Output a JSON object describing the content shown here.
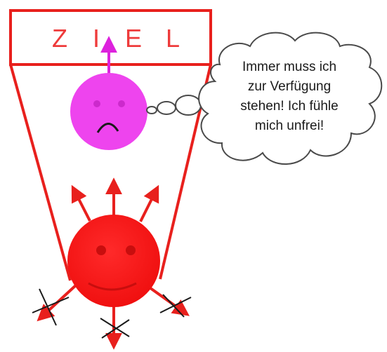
{
  "goal_box": {
    "letters": [
      "Z",
      "I",
      "E",
      "L"
    ]
  },
  "thought_bubble": {
    "lines": [
      "Immer muss ich",
      "zur Verfügung",
      "stehen! Ich fühle",
      "mich unfrei!"
    ]
  },
  "colors": {
    "frame": "#e8201d",
    "goal_letters": "#ee3b3b",
    "sad_face": "#ee44ee",
    "sad_arrow": "#dd22dd",
    "big_face": "#ff1a1a",
    "arrows": "#e8201d",
    "cross": "#1a1a1a",
    "bubble_fill": "#ffffff",
    "bubble_stroke": "#4a4a4a"
  }
}
